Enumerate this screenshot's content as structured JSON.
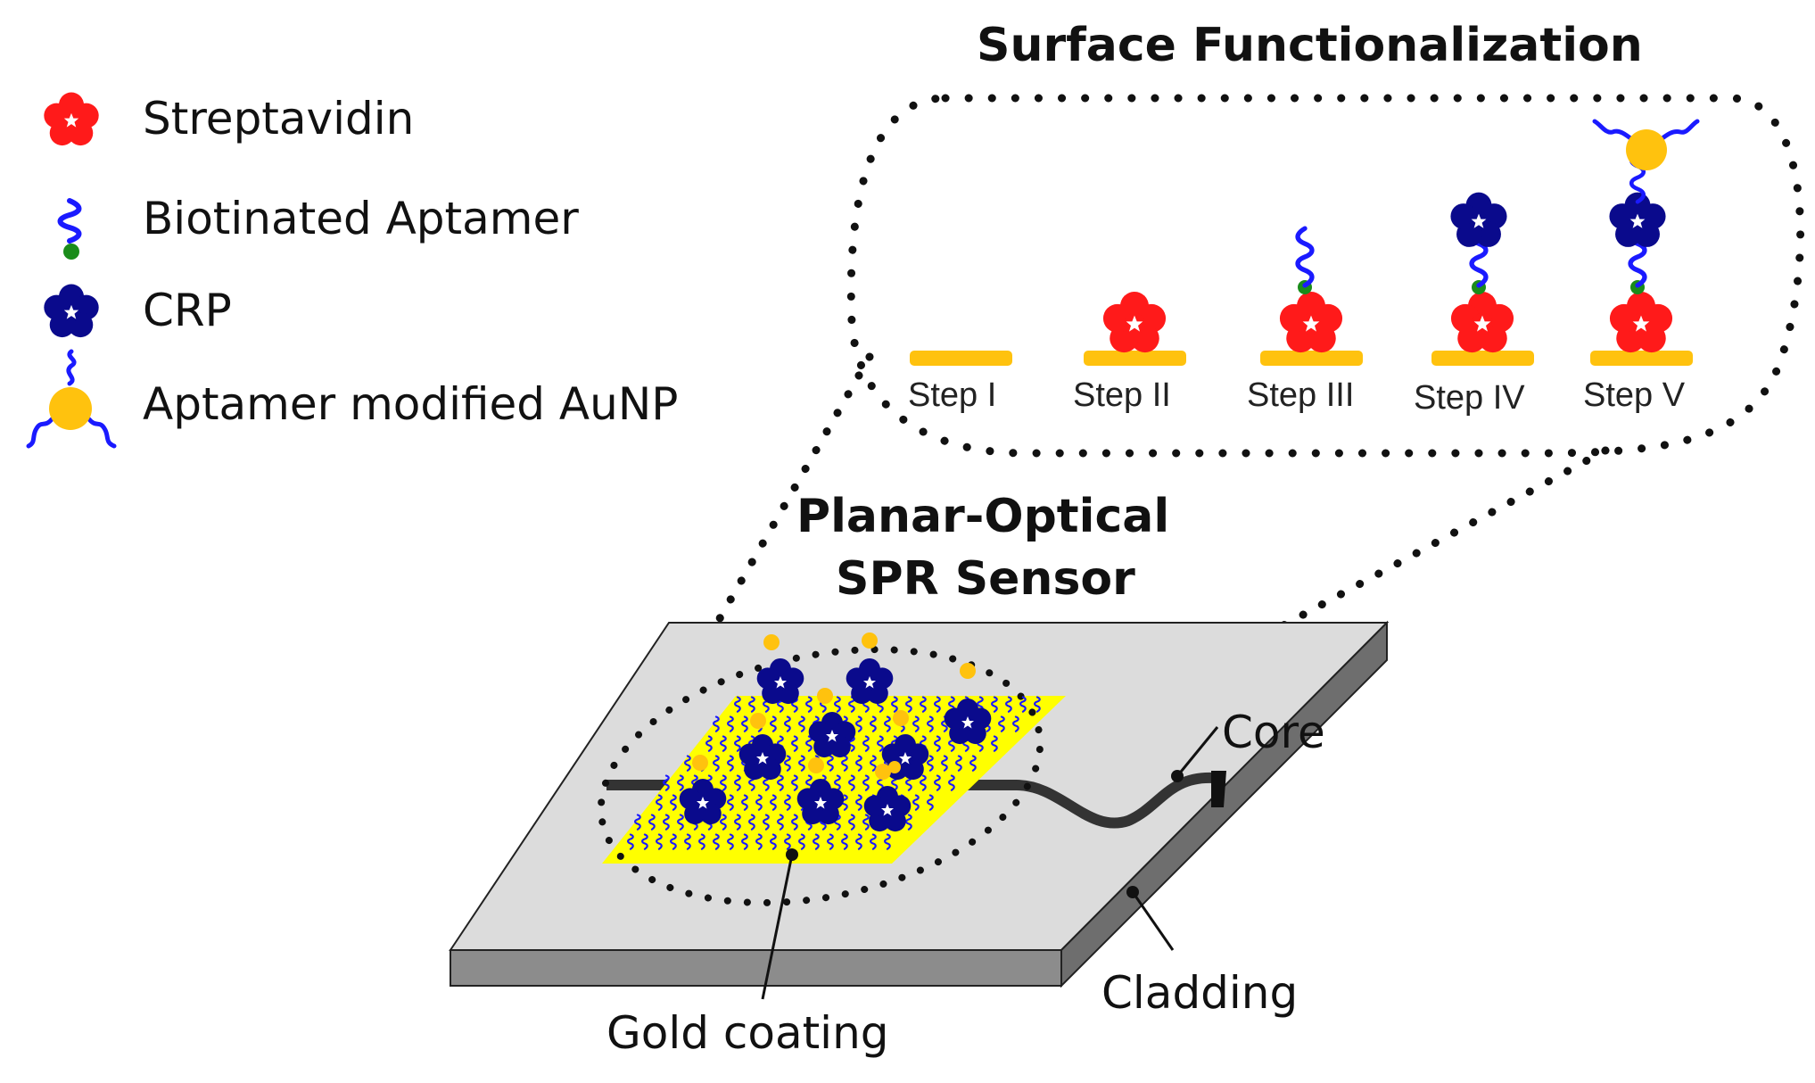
{
  "title": "Surface Functionalization",
  "sensor_title_line1": "Planar-Optical",
  "sensor_title_line2": "SPR Sensor",
  "legend": [
    {
      "label": "Streptavidin",
      "icon": "streptavidin-icon",
      "color": "#ff1a1a"
    },
    {
      "label": "Biotinated Aptamer",
      "icon": "aptamer-icon",
      "color": "#1a1aff"
    },
    {
      "label": "CRP",
      "icon": "crp-icon",
      "color": "#0a0a8c"
    },
    {
      "label": "Aptamer modified AuNP",
      "icon": "aunp-icon",
      "color": "#ffc20e"
    }
  ],
  "steps": [
    "Step I",
    "Step II",
    "Step III",
    "Step IV",
    "Step V"
  ],
  "parts": {
    "core": "Core",
    "cladding": "Cladding",
    "gold_coating": "Gold coating"
  },
  "colors": {
    "gold": "#ffc20e",
    "gold_film": "#ffff00",
    "slab_top": "#dcdcdc",
    "slab_side": "#8c8c8c",
    "waveguide": "#333333",
    "biotin": "#1a8c1a"
  }
}
